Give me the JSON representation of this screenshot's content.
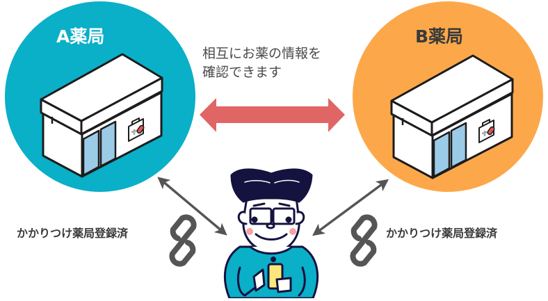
{
  "pharmacy_a": {
    "name": "A薬局",
    "circle_color": "#0aafc8",
    "title_color": "#ffffff"
  },
  "pharmacy_b": {
    "name": "B薬局",
    "circle_color": "#fca84a",
    "title_color": "#3a3a3a"
  },
  "info": {
    "line1": "相互にお薬の情報を",
    "line2": "確認できます",
    "arrow_color": "#e06666"
  },
  "registration": {
    "left_label": "かかりつけ薬局登録済",
    "right_label": "かかりつけ薬局登録済"
  },
  "colors": {
    "outline": "#1c1c1c",
    "window": "#9ccbe8",
    "link_icon": "#555555",
    "hair": "#14123f",
    "shirt": "#0aafc8",
    "phone": "#fbe77a",
    "cheek": "#f5a3a3",
    "pill": "#e05555"
  }
}
